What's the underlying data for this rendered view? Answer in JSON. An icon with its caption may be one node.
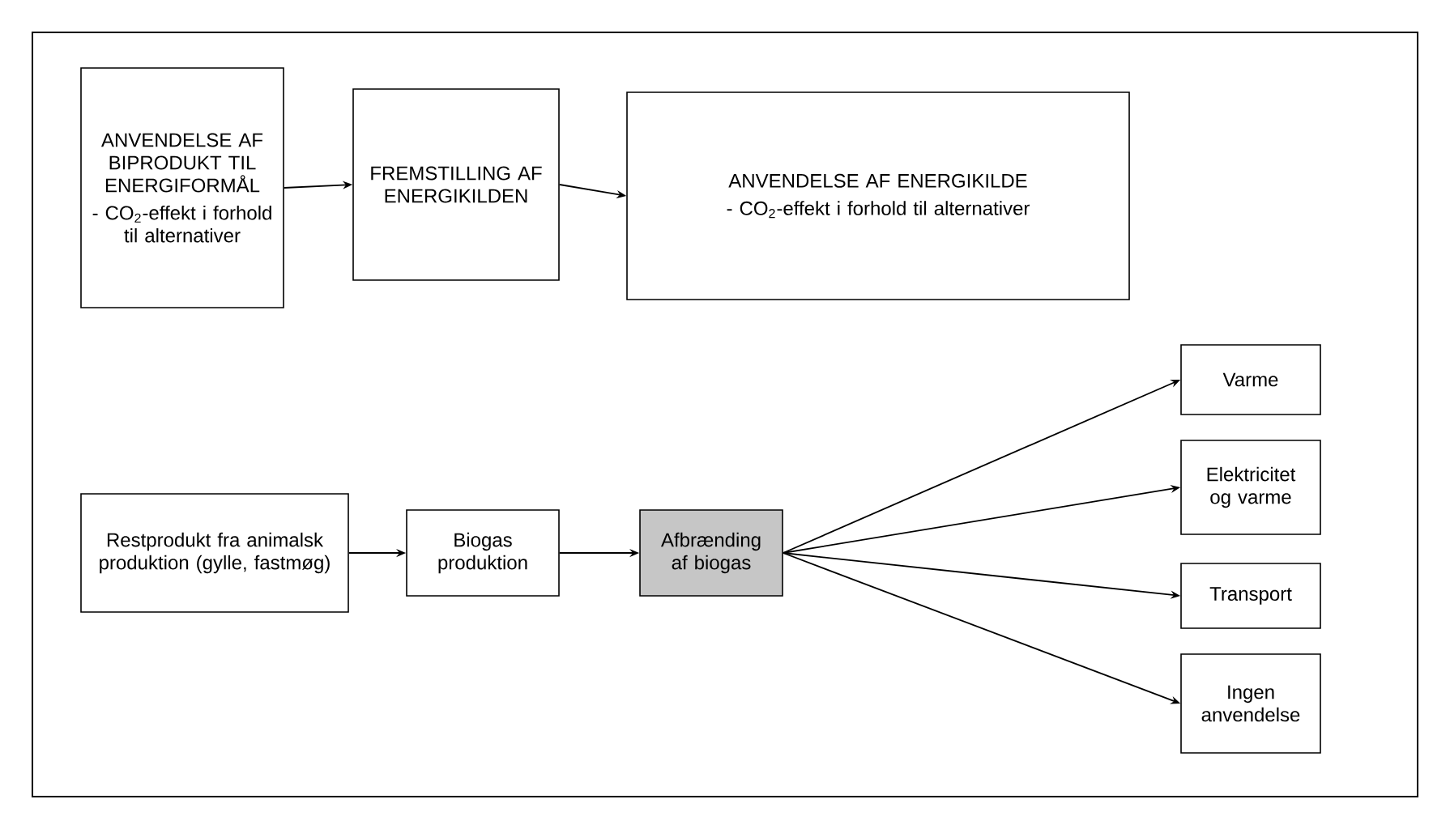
{
  "diagram": {
    "nodes": [
      {
        "text": [
          "ANVENDELSE AF BIPRODUKT TIL ENERGIFORMÅL",
          "- CO$_{2}$-effekt i forhold til alternativer"
        ]
      },
      {
        "text": [
          "FREMSTILLING AF ENERGIKILDEN"
        ]
      },
      {
        "text": [
          "ANVENDELSE AF ENERGIKILDE",
          "- CO$_{2}$-effekt i forhold til alternativer"
        ]
      },
      {
        "text": [
          "Restprodukt fra animalsk produktion (gylle, fastmøg)"
        ]
      },
      {
        "text": [
          "Biogas produktion"
        ]
      },
      {
        "text": [
          "Afbrænding af biogas"
        ]
      },
      {
        "text": [
          "Varme"
        ]
      },
      {
        "text": [
          "Elektricitet og varme"
        ]
      },
      {
        "text": [
          "Transport"
        ]
      },
      {
        "text": [
          "Ingen anvendelse"
        ]
      }
    ],
    "edges": [
      {
        "from": 0,
        "to": 1,
        "arrow": "to"
      },
      {
        "from": 1,
        "to": 2,
        "arrow": "to"
      },
      {
        "from": 3,
        "to": 4,
        "arrow": "to"
      },
      {
        "from": 4,
        "to": 5,
        "arrow": "to"
      },
      {
        "from": 5,
        "to": 6,
        "arrow": "to"
      },
      {
        "from": 5,
        "to": 7,
        "arrow": "to"
      },
      {
        "from": 5,
        "to": 8,
        "arrow": "to"
      },
      {
        "from": 5,
        "to": 9,
        "arrow": "to"
      }
    ]
  }
}
